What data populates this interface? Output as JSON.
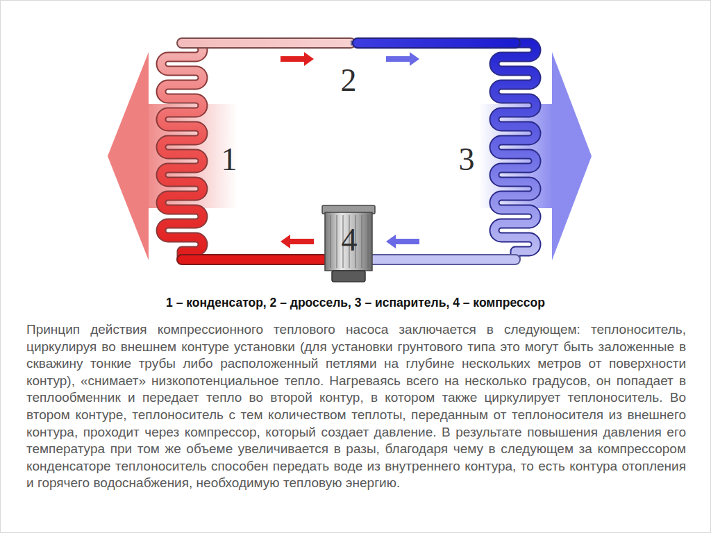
{
  "diagram": {
    "caption": "1 – конденсатор, 2 – дроссель, 3 – испаритель, 4 – компрессор",
    "labels": [
      "2",
      "1",
      "3",
      "4",
      "Принцип действия компрессионного теплового насоса заключается в следующем: теплоноситель, циркулируя во внешнем контуре установки (для установки грунтового типа это могут быть заложенные в скважину тонкие трубы либо расположенный петлями на глубине нескольких метров от поверхности контур), «снимает» низкопотенциальное тепло. Нагреваясь всего на несколько градусов, он попадает в теплообменник и передает тепло во второй контур, в котором также циркулирует теплоноситель. Во втором контуре, теплоноситель с тем количеством теплоты, переданным от теплоносителя из внешнего контура, проходит через компрессор, который создает давление. В результате повышения давления его температура при том же объеме увеличивается в разы, благодаря чему в следующем за компрессором конденсаторе теплоноситель способен передать воде из внутреннего контура, то есть контура отопления и горячего водоснабжения, необходимую тепловую энергию."
    ]
  }
}
